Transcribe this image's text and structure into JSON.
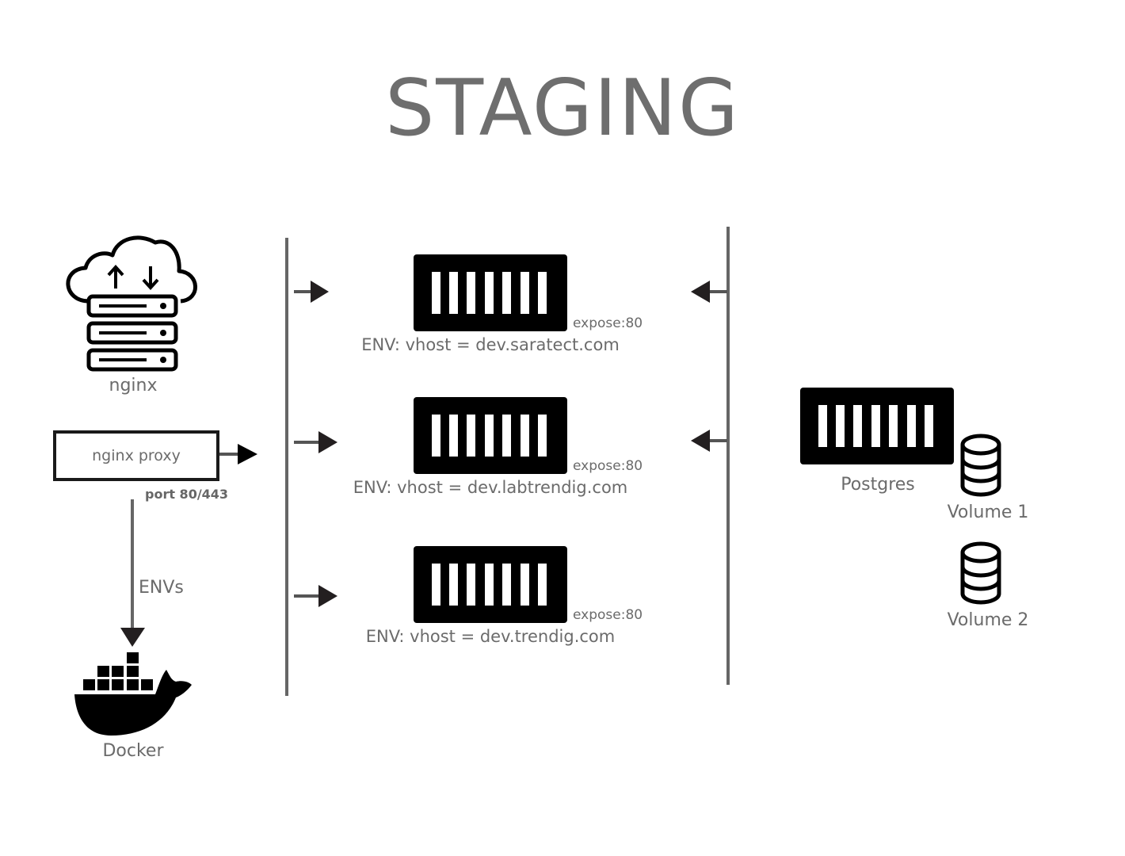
{
  "title": "STAGING",
  "nginx": {
    "label": "nginx"
  },
  "proxy": {
    "label": "nginx proxy",
    "port_label": "port 80/443"
  },
  "envs_label": "ENVs",
  "docker": {
    "label": "Docker"
  },
  "containers": [
    {
      "expose": "expose:80",
      "env": "ENV: vhost = dev.saratect.com"
    },
    {
      "expose": "expose:80",
      "env": "ENV: vhost = dev.labtrendig.com"
    },
    {
      "expose": "expose:80",
      "env": "ENV: vhost = dev.trendig.com"
    }
  ],
  "postgres": {
    "label": "Postgres"
  },
  "volumes": [
    {
      "label": "Volume 1"
    },
    {
      "label": "Volume 2"
    }
  ],
  "icons": [
    "cloud-server-icon",
    "docker-whale-icon",
    "container-icon",
    "database-icon",
    "arrow-right-icon",
    "arrow-left-icon",
    "arrow-down-icon"
  ],
  "colors": {
    "line": "#666666",
    "icon": "#000000",
    "arrowhead": "#231f20",
    "text": "#6b6b6b"
  }
}
